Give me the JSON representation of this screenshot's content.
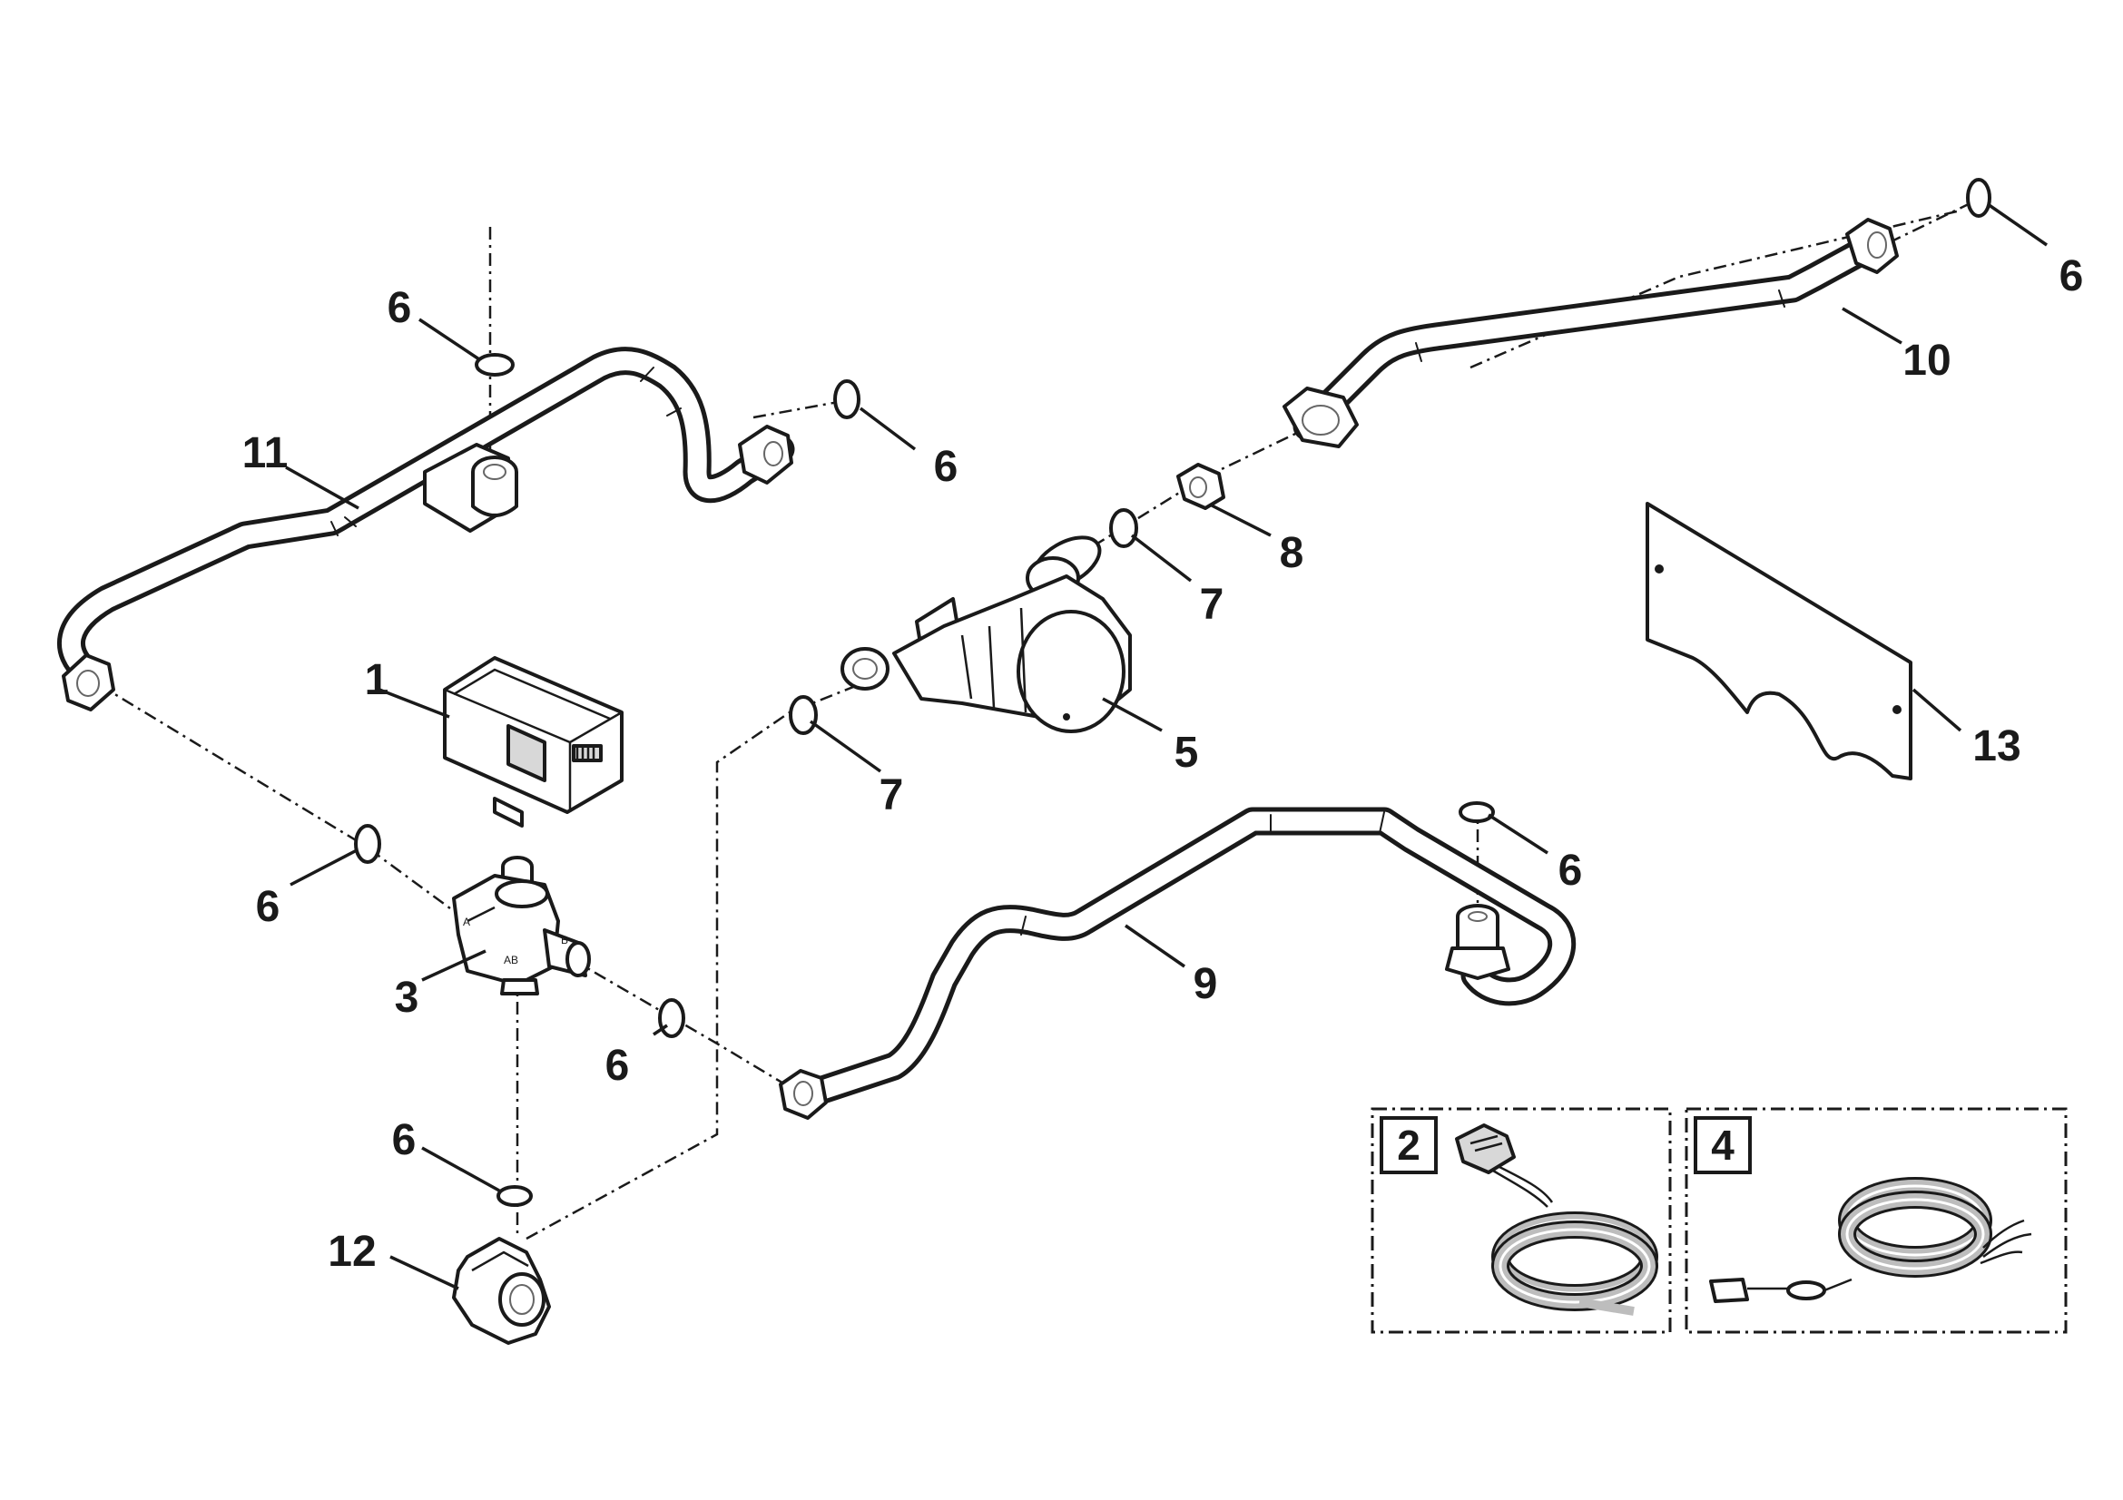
{
  "labels": {
    "l1": "1",
    "l3": "3",
    "l5": "5",
    "l6": "6",
    "l7": "7",
    "l8": "8",
    "l9": "9",
    "l10": "10",
    "l11": "11",
    "l12": "12",
    "l13": "13"
  },
  "inset_boxes": {
    "cable_2": "2",
    "cable_4": "4"
  },
  "colors": {
    "line": "#1a1a1a",
    "cable_grey": "#bdbdbd",
    "background": "#ffffff"
  }
}
